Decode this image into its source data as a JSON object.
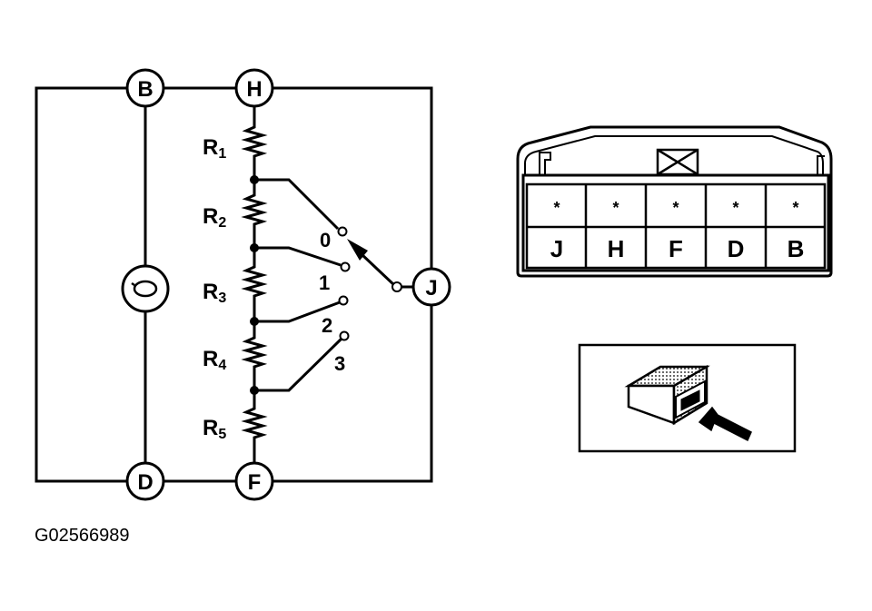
{
  "nodes": {
    "B": "B",
    "H": "H",
    "J": "J",
    "D": "D",
    "F": "F"
  },
  "resistors": [
    {
      "letter": "R",
      "sub": "1"
    },
    {
      "letter": "R",
      "sub": "2"
    },
    {
      "letter": "R",
      "sub": "3"
    },
    {
      "letter": "R",
      "sub": "4"
    },
    {
      "letter": "R",
      "sub": "5"
    }
  ],
  "switch_positions": [
    "0",
    "1",
    "2",
    "3"
  ],
  "connector": {
    "pins": [
      "J",
      "H",
      "F",
      "D",
      "B"
    ],
    "pin_marker": "*"
  },
  "figure_id": "G02566989"
}
